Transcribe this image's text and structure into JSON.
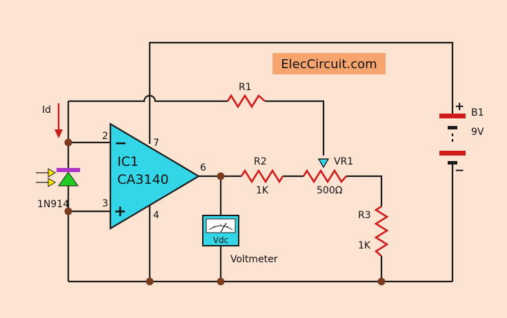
{
  "watermark": {
    "text": "ElecCircuit.com",
    "bg": "#f7a56e"
  },
  "colors": {
    "background": "#fde3d2",
    "opamp": "#33d6e6",
    "resistor": "#d11a1a",
    "wire": "#1a1a1a",
    "node": "#7a3b1e",
    "photodiode": "#22cc22",
    "photodiode_bar": "#b033c9",
    "light_arrow": "#f5e400",
    "current_arrow": "#c81c1c",
    "meter": "#33d6e6"
  },
  "opamp": {
    "name": "IC1",
    "part": "CA3140",
    "pin_inv": "2",
    "pin_noninv": "3",
    "pin_vplus": "7",
    "pin_vminus": "4",
    "pin_out": "6",
    "sign_minus": "−",
    "sign_plus": "+"
  },
  "photodiode": {
    "label": "1N914"
  },
  "current": {
    "label": "Id"
  },
  "r1": {
    "label": "R1"
  },
  "r2": {
    "label": "R2",
    "value": "1K"
  },
  "vr1": {
    "label": "VR1",
    "value": "500Ω"
  },
  "r3": {
    "label": "R3",
    "value": "1K"
  },
  "battery": {
    "label": "B1",
    "value": "9V",
    "plus": "+",
    "minus": "−"
  },
  "voltmeter": {
    "face_label": "Vdc",
    "label": "Voltmeter"
  }
}
